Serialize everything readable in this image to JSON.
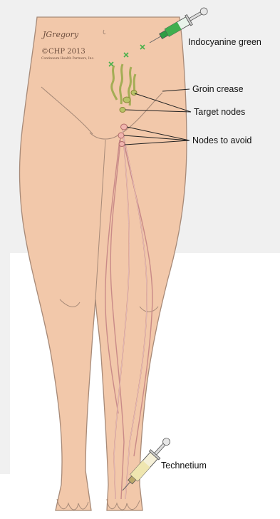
{
  "labels": {
    "indocyanine_green": "Indocyanine green",
    "groin_crease": "Groin crease",
    "target_nodes": "Target nodes",
    "nodes_to_avoid": "Nodes to avoid",
    "technetium": "Technetium"
  },
  "signature": {
    "artist": "JGregory",
    "copyright": "©CHP 2013",
    "org": "Continuum Health Partners, Inc."
  },
  "colors": {
    "skin": "#f2c8aa",
    "skin_outline": "#a78a78",
    "vessel": "#c98a88",
    "node_green": "#b8c268",
    "injection_mark": "#48b04a",
    "syringe_fluid_green": "#3fae4e",
    "syringe_fluid_tech": "#efe6b0"
  }
}
